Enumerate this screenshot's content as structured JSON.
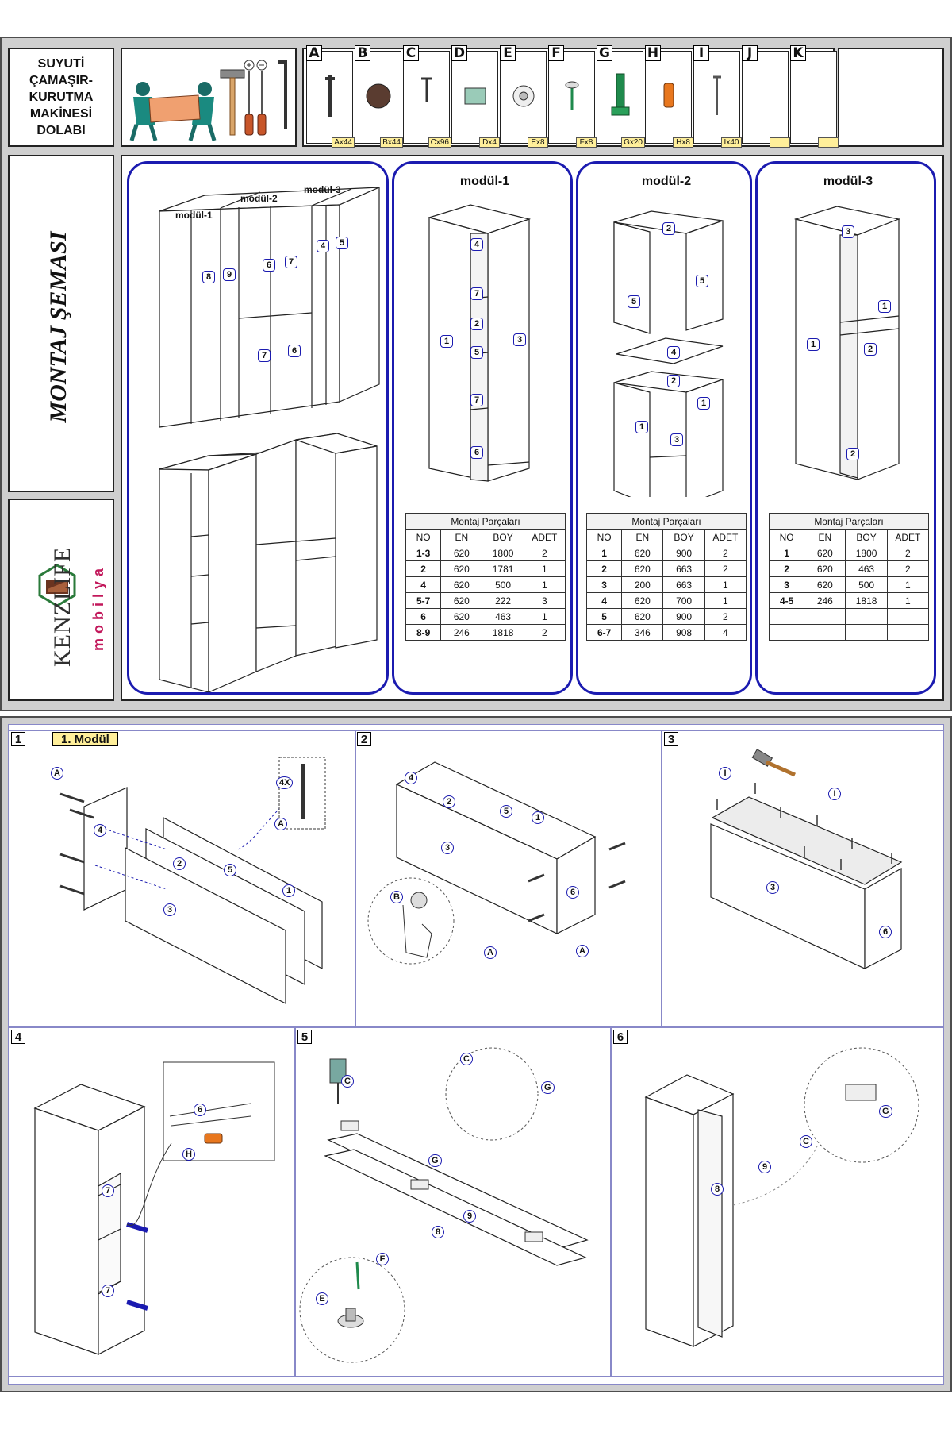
{
  "header": {
    "title_lines": [
      "SUYUTİ",
      "ÇAMAŞIR-",
      "KURUTMA",
      "MAKİNESİ",
      "DOLABI"
    ],
    "side_title": "MONTAJ ŞEMASI",
    "brand": {
      "name": "KENZLIFE",
      "sub": "mobilya",
      "accent": "#c2185b"
    }
  },
  "parts": [
    {
      "letter": "A",
      "qty": "Ax44",
      "icon": "long-screw-icon"
    },
    {
      "letter": "B",
      "qty": "Bx44",
      "icon": "screw-cap-icon"
    },
    {
      "letter": "C",
      "qty": "Cx96",
      "icon": "short-screw-icon"
    },
    {
      "letter": "D",
      "qty": "Dx4",
      "icon": "connector-bracket-icon"
    },
    {
      "letter": "E",
      "qty": "Ex8",
      "icon": "knob-icon"
    },
    {
      "letter": "F",
      "qty": "Fx8",
      "icon": "knob-screw-icon"
    },
    {
      "letter": "G",
      "qty": "Gx20",
      "icon": "hinge-icon"
    },
    {
      "letter": "H",
      "qty": "Hx8",
      "icon": "shelf-pin-icon"
    },
    {
      "letter": "I",
      "qty": "Ix40",
      "icon": "nail-icon"
    },
    {
      "letter": "J",
      "qty": "",
      "icon": ""
    },
    {
      "letter": "K",
      "qty": "",
      "icon": ""
    }
  ],
  "overview": {
    "labels": [
      "modül-1",
      "modül-2",
      "modül-3"
    ],
    "front_numbers": [
      "8",
      "9",
      "6",
      "7",
      "4",
      "5",
      "7",
      "6"
    ]
  },
  "modules": [
    {
      "title": "modül-1",
      "numbers": [
        "4",
        "7",
        "2",
        "5",
        "7",
        "1",
        "3",
        "6"
      ],
      "table": {
        "caption": "Montaj Parçaları",
        "headers": [
          "NO",
          "EN",
          "BOY",
          "ADET"
        ],
        "rows": [
          [
            "1-3",
            "620",
            "1800",
            "2"
          ],
          [
            "2",
            "620",
            "1781",
            "1"
          ],
          [
            "4",
            "620",
            "500",
            "1"
          ],
          [
            "5-7",
            "620",
            "222",
            "3"
          ],
          [
            "6",
            "620",
            "463",
            "1"
          ],
          [
            "8-9",
            "246",
            "1818",
            "2"
          ]
        ]
      }
    },
    {
      "title": "modül-2",
      "numbers": [
        "2",
        "5",
        "5",
        "4",
        "2",
        "1",
        "1",
        "3"
      ],
      "table": {
        "caption": "Montaj Parçaları",
        "headers": [
          "NO",
          "EN",
          "BOY",
          "ADET"
        ],
        "rows": [
          [
            "1",
            "620",
            "900",
            "2"
          ],
          [
            "2",
            "620",
            "663",
            "2"
          ],
          [
            "3",
            "200",
            "663",
            "1"
          ],
          [
            "4",
            "620",
            "700",
            "1"
          ],
          [
            "5",
            "620",
            "900",
            "2"
          ],
          [
            "6-7",
            "346",
            "908",
            "4"
          ]
        ]
      }
    },
    {
      "title": "modül-3",
      "numbers": [
        "3",
        "1",
        "1",
        "2",
        "2"
      ],
      "table": {
        "caption": "Montaj Parçaları",
        "headers": [
          "NO",
          "EN",
          "BOY",
          "ADET"
        ],
        "rows": [
          [
            "1",
            "620",
            "1800",
            "2"
          ],
          [
            "2",
            "620",
            "463",
            "2"
          ],
          [
            "3",
            "620",
            "500",
            "1"
          ],
          [
            "4-5",
            "246",
            "1818",
            "1"
          ],
          [
            "",
            "",
            "",
            ""
          ],
          [
            "",
            "",
            "",
            ""
          ]
        ]
      }
    }
  ],
  "steps": [
    {
      "num": "1",
      "title": "1. Modül",
      "callouts": [
        "A",
        "4X",
        "A",
        "4",
        "2",
        "5",
        "1",
        "3"
      ]
    },
    {
      "num": "2",
      "callouts": [
        "4",
        "2",
        "5",
        "1",
        "3",
        "6",
        "B",
        "A",
        "A"
      ]
    },
    {
      "num": "3",
      "callouts": [
        "I",
        "I",
        "3",
        "6"
      ]
    },
    {
      "num": "4",
      "callouts": [
        "6",
        "H",
        "7",
        "7"
      ]
    },
    {
      "num": "5",
      "callouts": [
        "C",
        "C",
        "G",
        "G",
        "9",
        "8",
        "F",
        "E"
      ]
    },
    {
      "num": "6",
      "callouts": [
        "G",
        "C",
        "8",
        "9"
      ]
    }
  ],
  "colors": {
    "module_border": "#1b1bb0",
    "qty_tag": "#ffef9a",
    "frame_gray": "#cfcfcf",
    "hinge_green": "#1f8a4c",
    "pin_orange": "#e8771e"
  }
}
